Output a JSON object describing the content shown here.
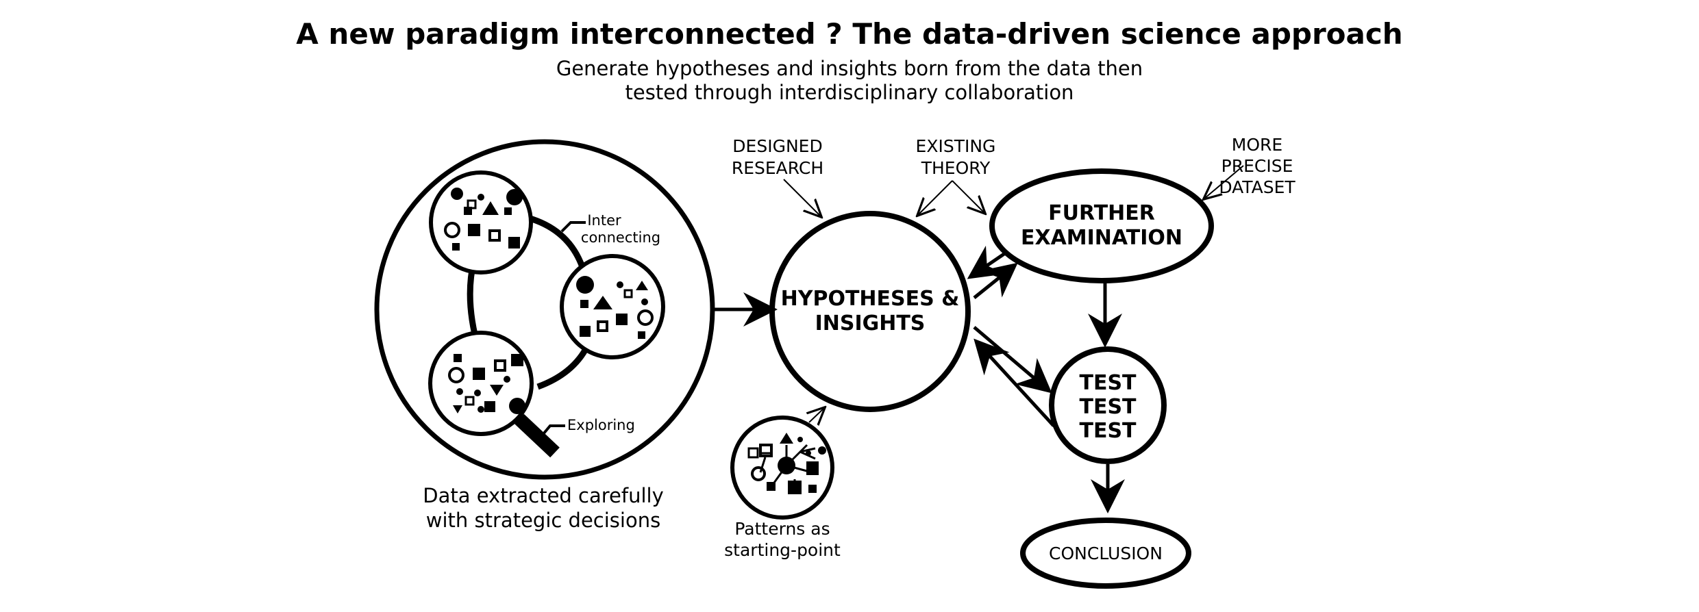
{
  "header": {
    "title": "A new paradigm interconnected ? The data-driven science approach",
    "subtitle_line1": "Generate hypotheses and insights born from the data then",
    "subtitle_line2": "tested through interdisciplinary collaboration"
  },
  "data_panel": {
    "interconnecting_line1": "Inter",
    "interconnecting_line2": "connecting",
    "exploring": "Exploring",
    "caption_line1": "Data extracted carefully",
    "caption_line2": "with strategic decisions"
  },
  "nodes": {
    "hypotheses_line1": "HYPOTHESES &",
    "hypotheses_line2": "INSIGHTS",
    "further_line1": "FURTHER",
    "further_line2": "EXAMINATION",
    "test_line1": "TEST",
    "test_line2": "TEST",
    "test_line3": "TEST",
    "conclusion": "CONCLUSION"
  },
  "inputs": {
    "designed_line1": "DESIGNED",
    "designed_line2": "RESEARCH",
    "existing_line1": "EXISTING",
    "existing_line2": "THEORY",
    "precise_line1": "MORE",
    "precise_line2": "PRECISE",
    "precise_line3": "DATASET",
    "patterns_line1": "Patterns as",
    "patterns_line2": "starting-point"
  }
}
